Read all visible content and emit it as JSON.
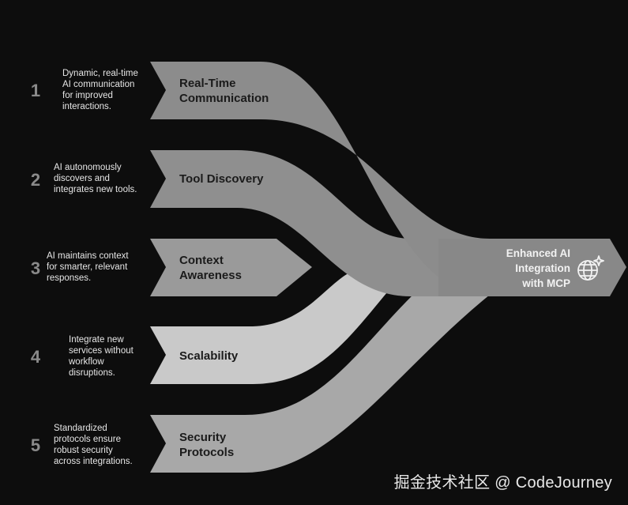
{
  "steps": [
    {
      "number": "1",
      "label": "Real-Time\nCommunication",
      "description": "Dynamic, real-time\nAI communication\nfor improved\ninteractions."
    },
    {
      "number": "2",
      "label": "Tool Discovery",
      "description": "AI autonomously\ndiscovers and\nintegrates new tools."
    },
    {
      "number": "3",
      "label": "Context\nAwareness",
      "description": "AI maintains context\nfor smarter, relevant\nresponses."
    },
    {
      "number": "4",
      "label": "Scalability",
      "description": "Integrate new\nservices without\nworkflow\ndisruptions."
    },
    {
      "number": "5",
      "label": "Security\nProtocols",
      "description": "Standardized\nprotocols ensure\nrobust security\nacross integrations."
    }
  ],
  "result": {
    "label": "Enhanced AI\nIntegration\nwith MCP",
    "icon": "globe-sparkle-icon"
  },
  "watermark": "掘金技术社区 @ CodeJourney",
  "colors": {
    "background": "#0d0d0d",
    "band_top": "#8c8c8c",
    "band_mid": "#9a9a9a",
    "band_light": "#c9c9c9",
    "band_bottom": "#a8a8a8",
    "result_arrow": "#888888"
  }
}
